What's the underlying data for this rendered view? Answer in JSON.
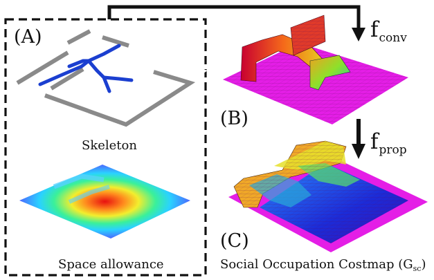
{
  "panels": {
    "a_tag": "(A)",
    "b_tag": "(B)",
    "c_tag": "(C)"
  },
  "captions": {
    "skeleton": "Skeleton",
    "space_allowance": "Space allowance",
    "costmap_prefix": "Social Occupation Costmap (G",
    "costmap_sub": "sc",
    "costmap_suffix": ")"
  },
  "functions": {
    "conv_base": "f",
    "conv_sub": "conv",
    "prop_base": "f",
    "prop_sub": "prop"
  },
  "colors": {
    "surface_floor": "#e41ee6",
    "skeleton_line": "#1b3fd0",
    "map_outline": "#8a8a8a",
    "frame": "#111111"
  }
}
